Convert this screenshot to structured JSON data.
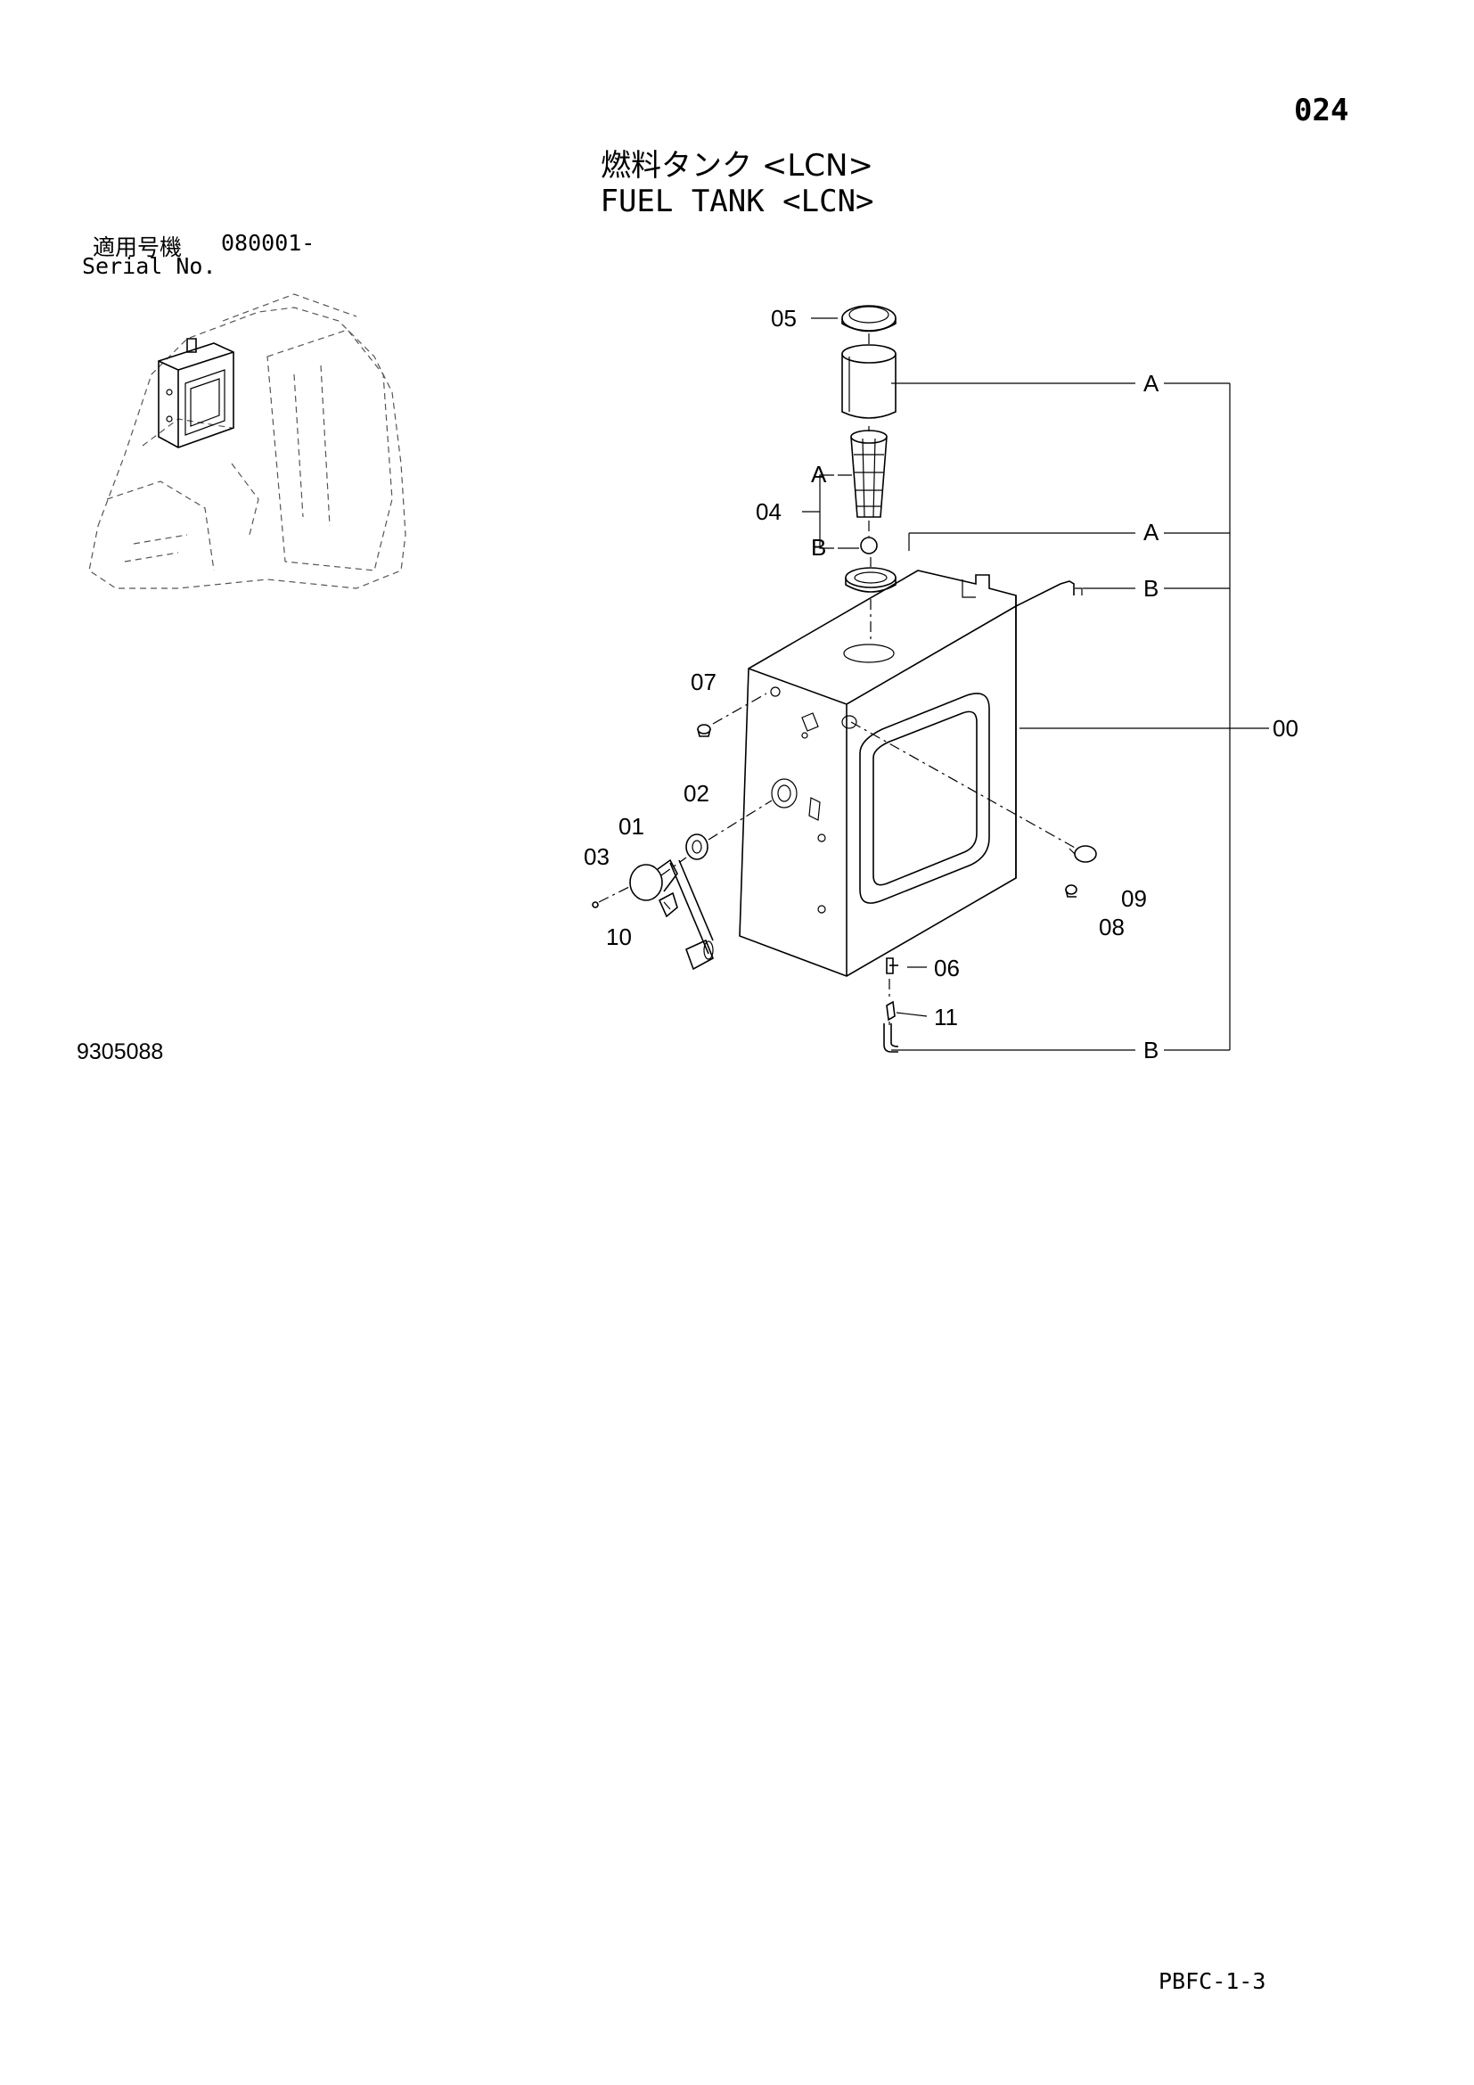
{
  "header": {
    "page_number": "024",
    "title_jp": "燃料タンク <LCN>",
    "title_en": "FUEL TANK <LCN>"
  },
  "serial": {
    "label_jp": "適用号機",
    "range": "080001-",
    "label_en": "Serial No."
  },
  "footer": {
    "drawing_number": "9305088",
    "page_code": "PBFC-1-3"
  },
  "callouts": {
    "p00": "00",
    "p01": "01",
    "p02": "02",
    "p03": "03",
    "p04": "04",
    "p05": "05",
    "p06": "06",
    "p07": "07",
    "p08": "08",
    "p09": "09",
    "p10": "10",
    "p11": "11"
  },
  "refs": {
    "a": "A",
    "b": "B"
  }
}
